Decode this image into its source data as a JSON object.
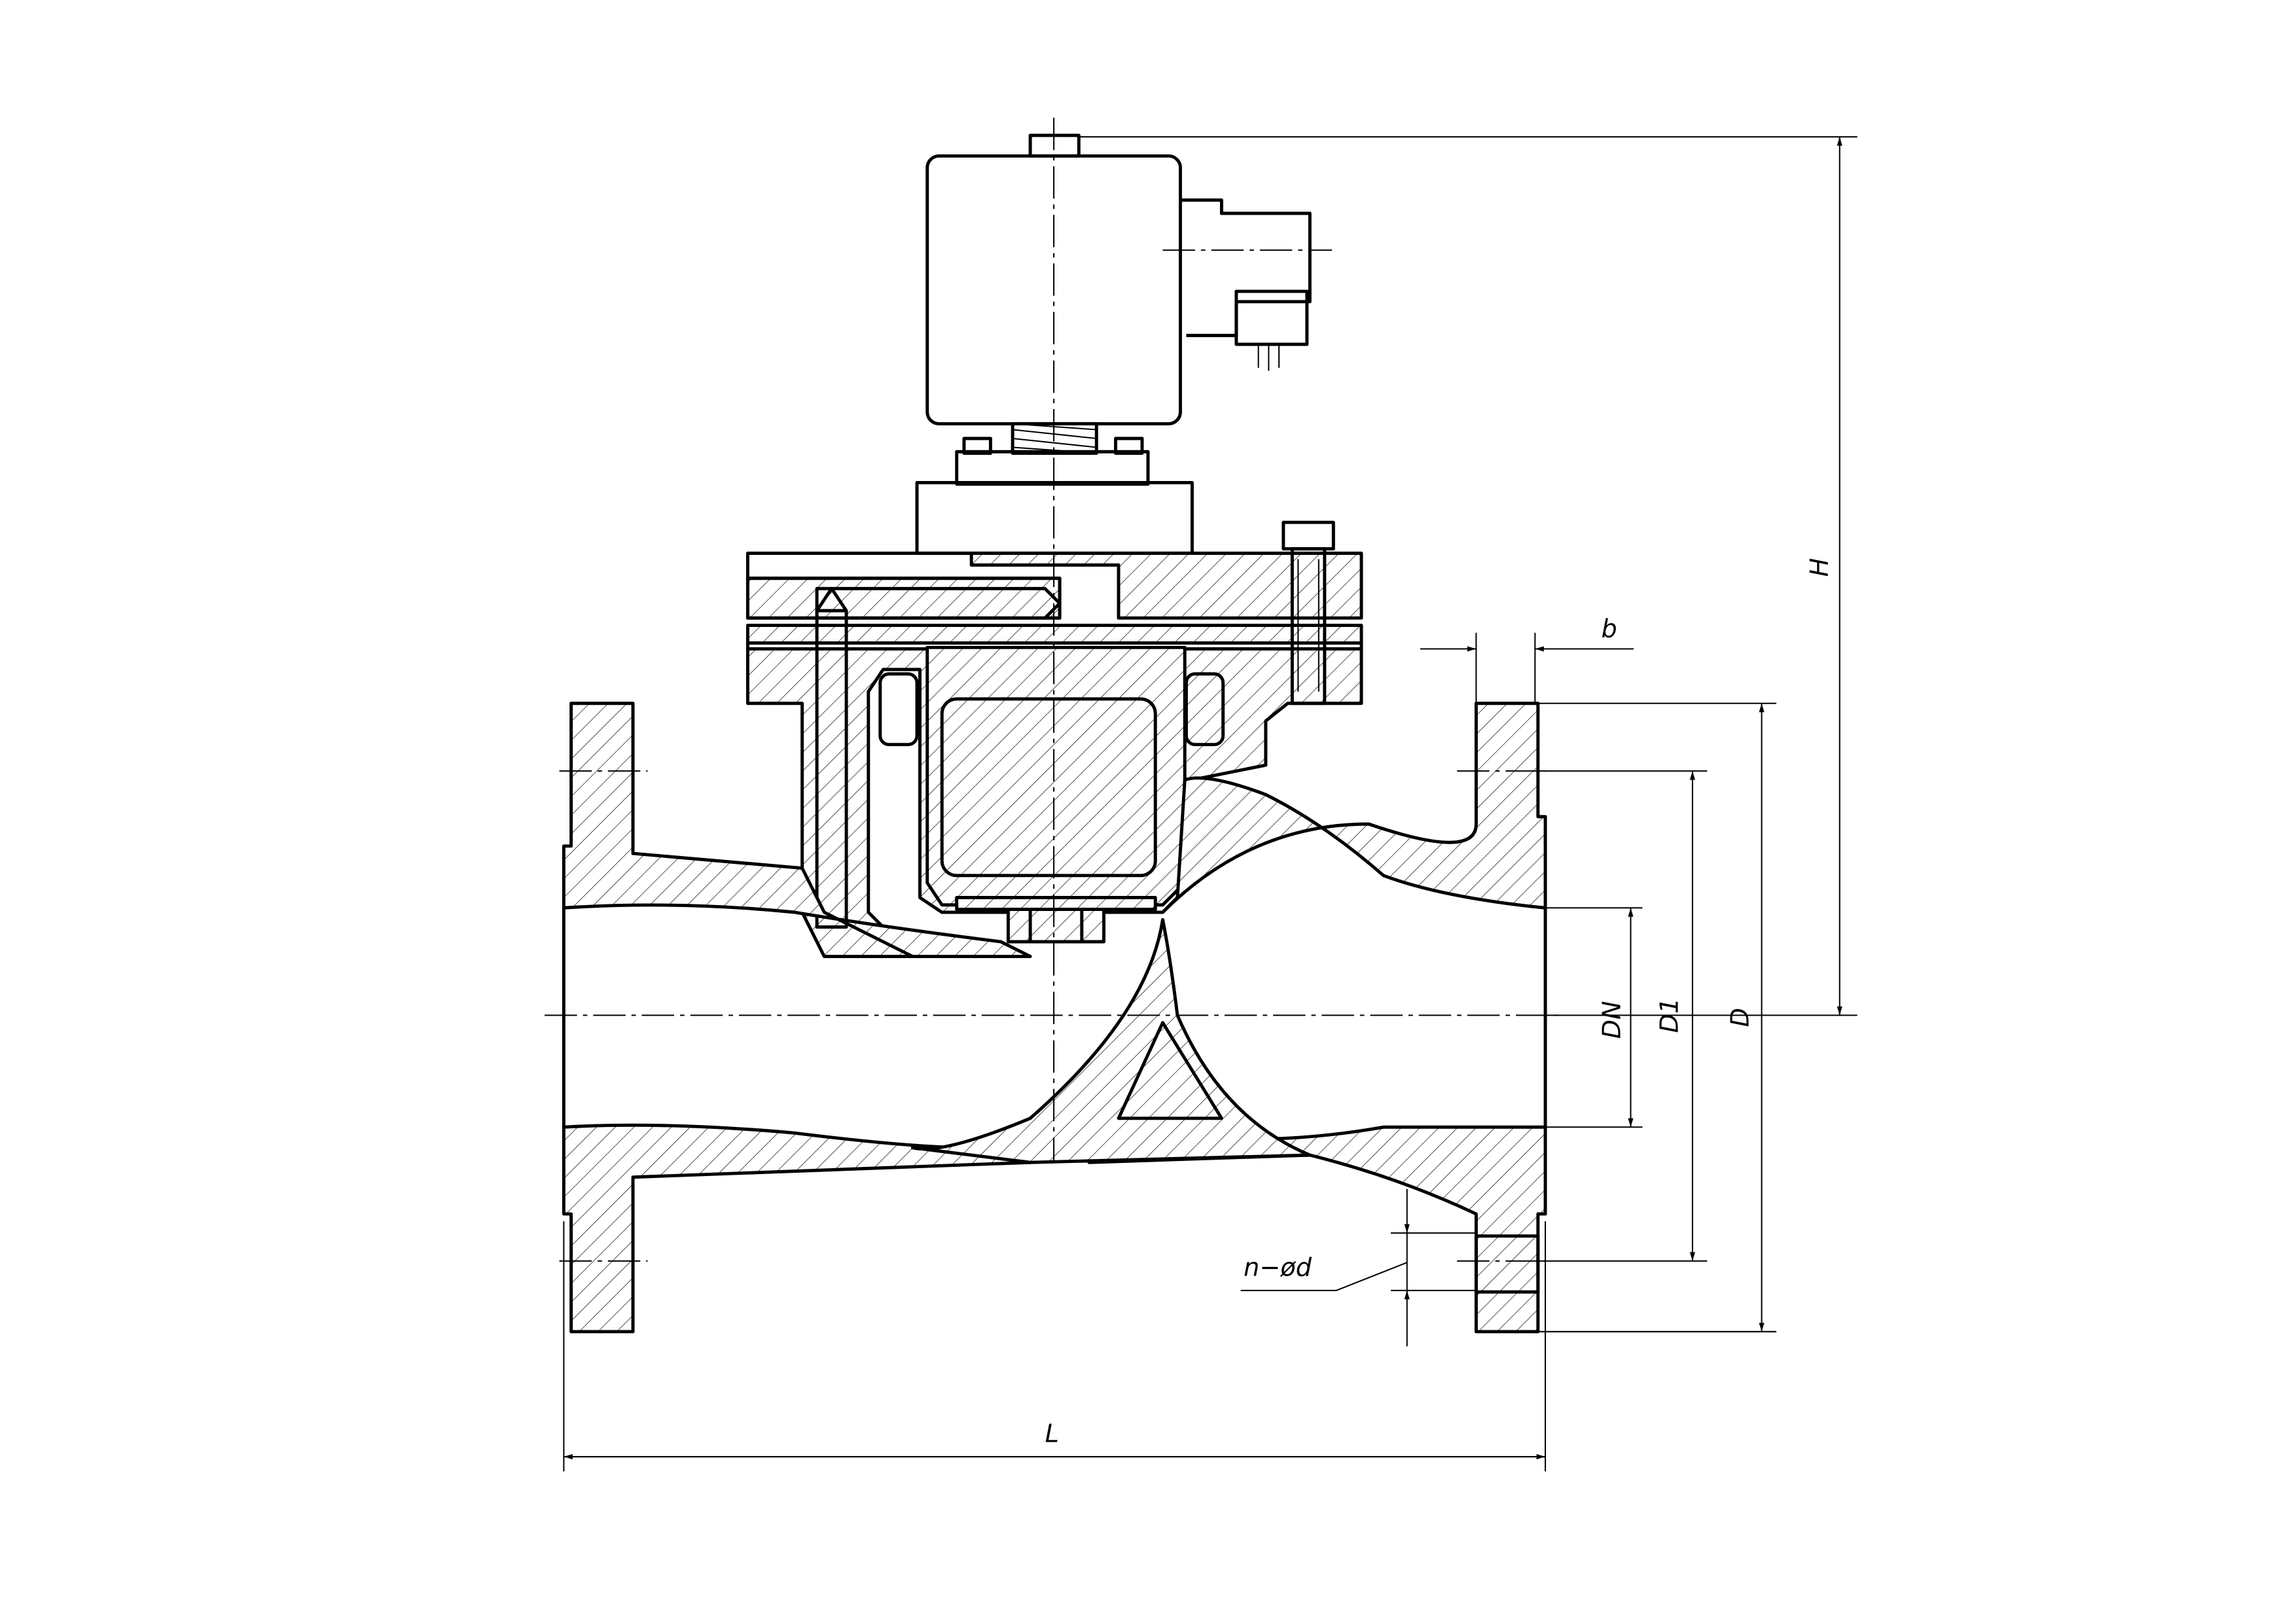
{
  "drawing": {
    "title": "Flanged solenoid valve sectional drawing",
    "line_color": "#000000",
    "background": "#ffffff"
  },
  "dimensions": {
    "height": "H",
    "flange_thickness": "b",
    "nominal_diameter": "DN",
    "bolt_circle": "D1",
    "flange_diameter": "D",
    "bolt_holes": "n−ød",
    "length": "L"
  }
}
